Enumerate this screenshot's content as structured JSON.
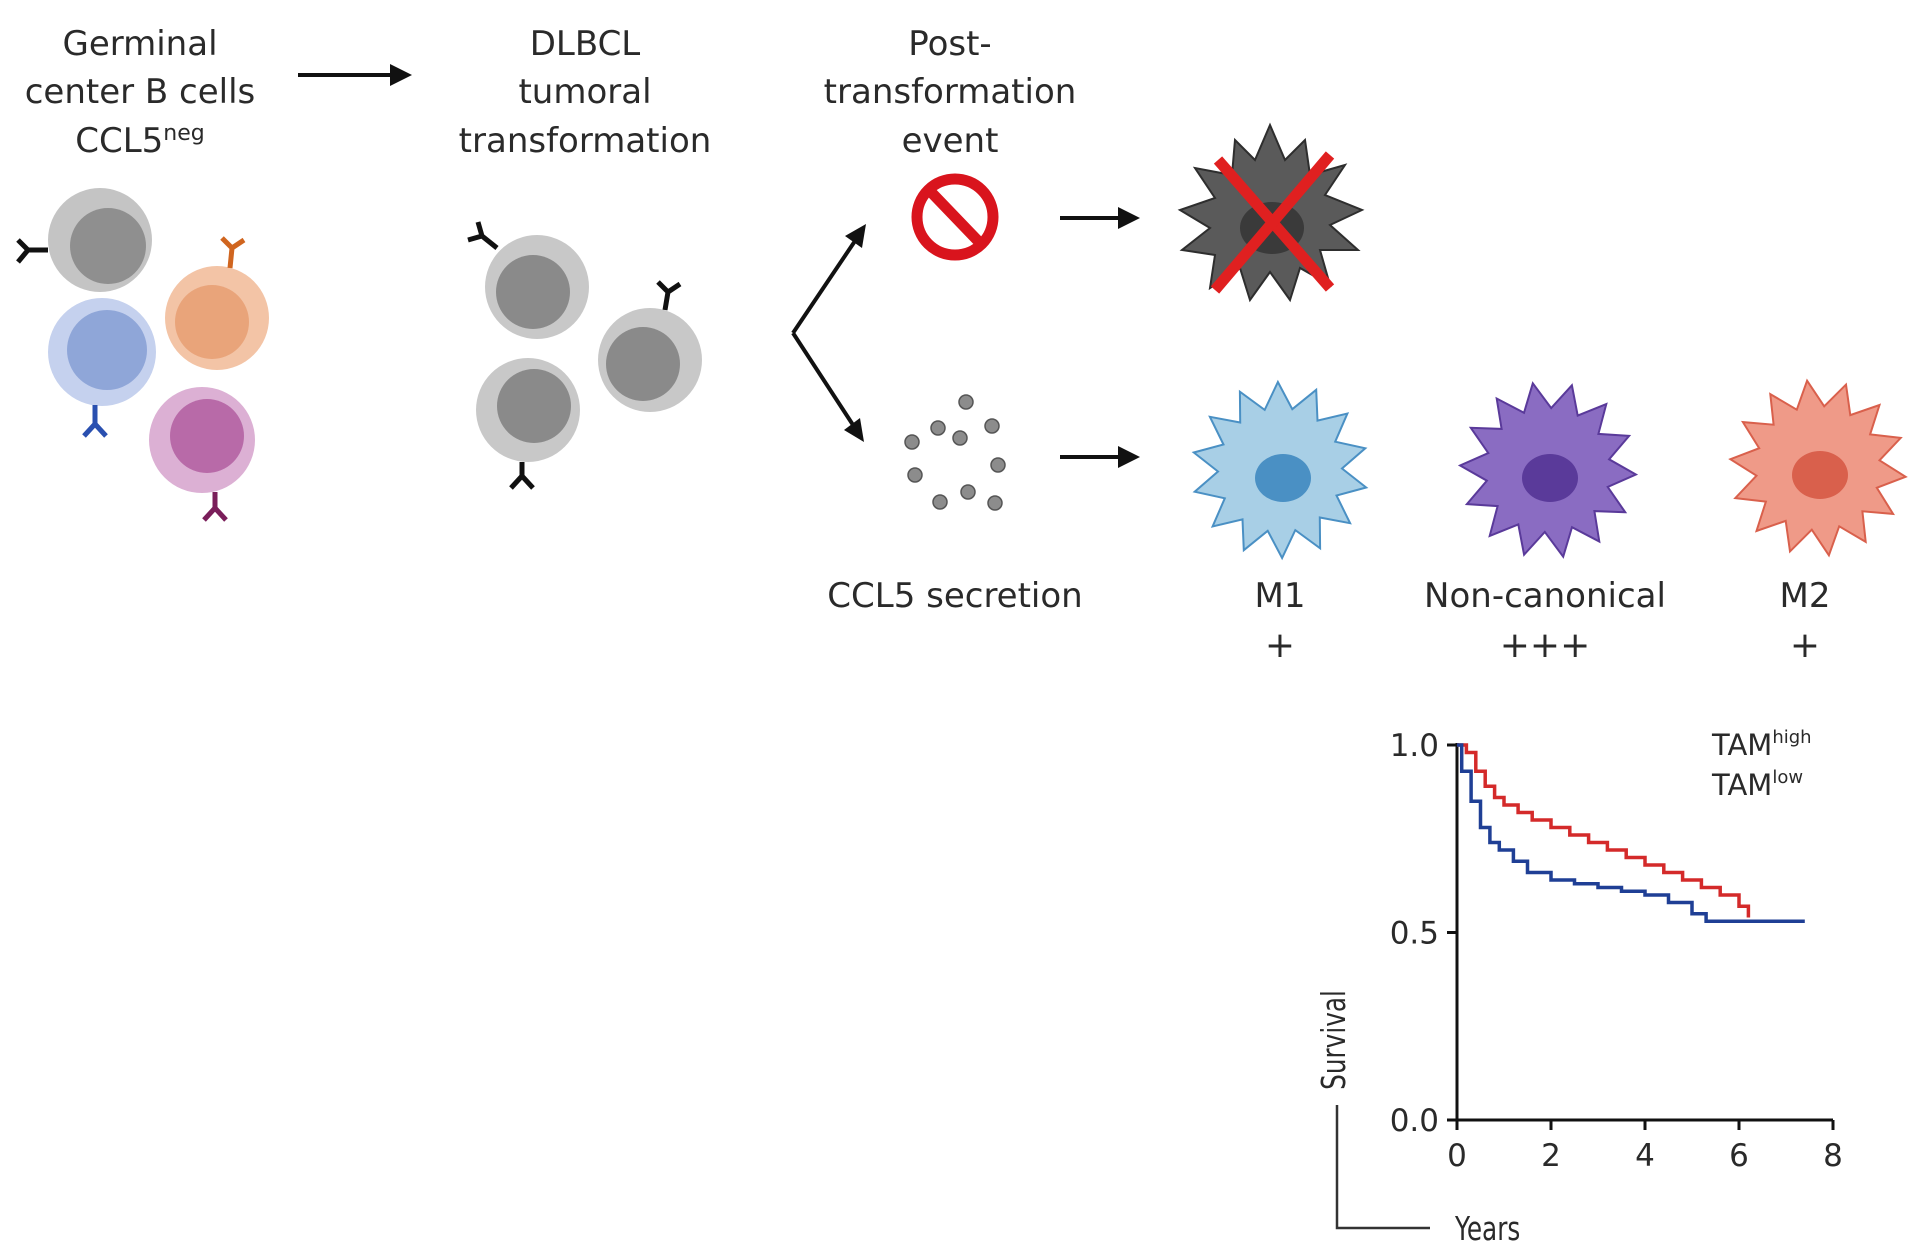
{
  "stage1": {
    "line1": "Germinal",
    "line2": "center B cells",
    "line3_base": "CCL5",
    "line3_sup": "neg"
  },
  "stage2": {
    "line1": "DLBCL",
    "line2": "tumoral",
    "line3": "transformation"
  },
  "stage3": {
    "line1": "Post-",
    "line2": "transformation",
    "line3": "event"
  },
  "secretion_label": "CCL5 secretion",
  "macrophages": [
    {
      "name": "M1",
      "level": "+",
      "color": "#a8cfe6",
      "nucleus": "#4a90c4"
    },
    {
      "name": "Non-canonical",
      "level": "+++",
      "color": "#8a6cc2",
      "nucleus": "#5a3a9a"
    },
    {
      "name": "M2",
      "level": "+",
      "color": "#ef9a88",
      "nucleus": "#d9604c"
    }
  ],
  "icons": {
    "block": "prohibited-icon",
    "dead_macrophage": "crossed-out-macrophage-icon",
    "chemokine": "ccl5-dots-icon"
  },
  "colors": {
    "gc_cells": [
      "#8f8f8f",
      "#e9a47a",
      "#8fa6d8",
      "#b86aa8"
    ],
    "tumor_cell": "#8a8a8a",
    "prohibit_red": "#d9141d",
    "cross_red": "#e02020",
    "dead_macrophage": "#5a5a5a"
  },
  "chart_data": {
    "type": "line",
    "title": "",
    "xlabel": "Years",
    "ylabel": "Survival",
    "xlim": [
      0,
      8
    ],
    "ylim": [
      0,
      1
    ],
    "xticks": [
      "0",
      "2",
      "4",
      "6",
      "8"
    ],
    "yticks": [
      "0.0",
      "0.5",
      "1.0"
    ],
    "legend_position": "top-right",
    "series": [
      {
        "name": "TAM",
        "name_sup": "high",
        "color": "#d42a2a",
        "x": [
          0,
          0.2,
          0.4,
          0.6,
          0.8,
          1.0,
          1.3,
          1.6,
          2.0,
          2.4,
          2.8,
          3.2,
          3.6,
          4.0,
          4.4,
          4.8,
          5.2,
          5.6,
          6.0,
          6.2
        ],
        "y": [
          1.0,
          0.98,
          0.93,
          0.89,
          0.86,
          0.84,
          0.82,
          0.8,
          0.78,
          0.76,
          0.74,
          0.72,
          0.7,
          0.68,
          0.66,
          0.64,
          0.62,
          0.6,
          0.57,
          0.54
        ]
      },
      {
        "name": "TAM",
        "name_sup": "low",
        "color": "#1f3f95",
        "x": [
          0,
          0.1,
          0.3,
          0.5,
          0.7,
          0.9,
          1.2,
          1.5,
          2.0,
          2.5,
          3.0,
          3.5,
          4.0,
          4.5,
          5.0,
          5.3,
          6.0,
          7.4
        ],
        "y": [
          1.0,
          0.93,
          0.85,
          0.78,
          0.74,
          0.72,
          0.69,
          0.66,
          0.64,
          0.63,
          0.62,
          0.61,
          0.6,
          0.58,
          0.55,
          0.53,
          0.53,
          0.53
        ]
      }
    ]
  }
}
